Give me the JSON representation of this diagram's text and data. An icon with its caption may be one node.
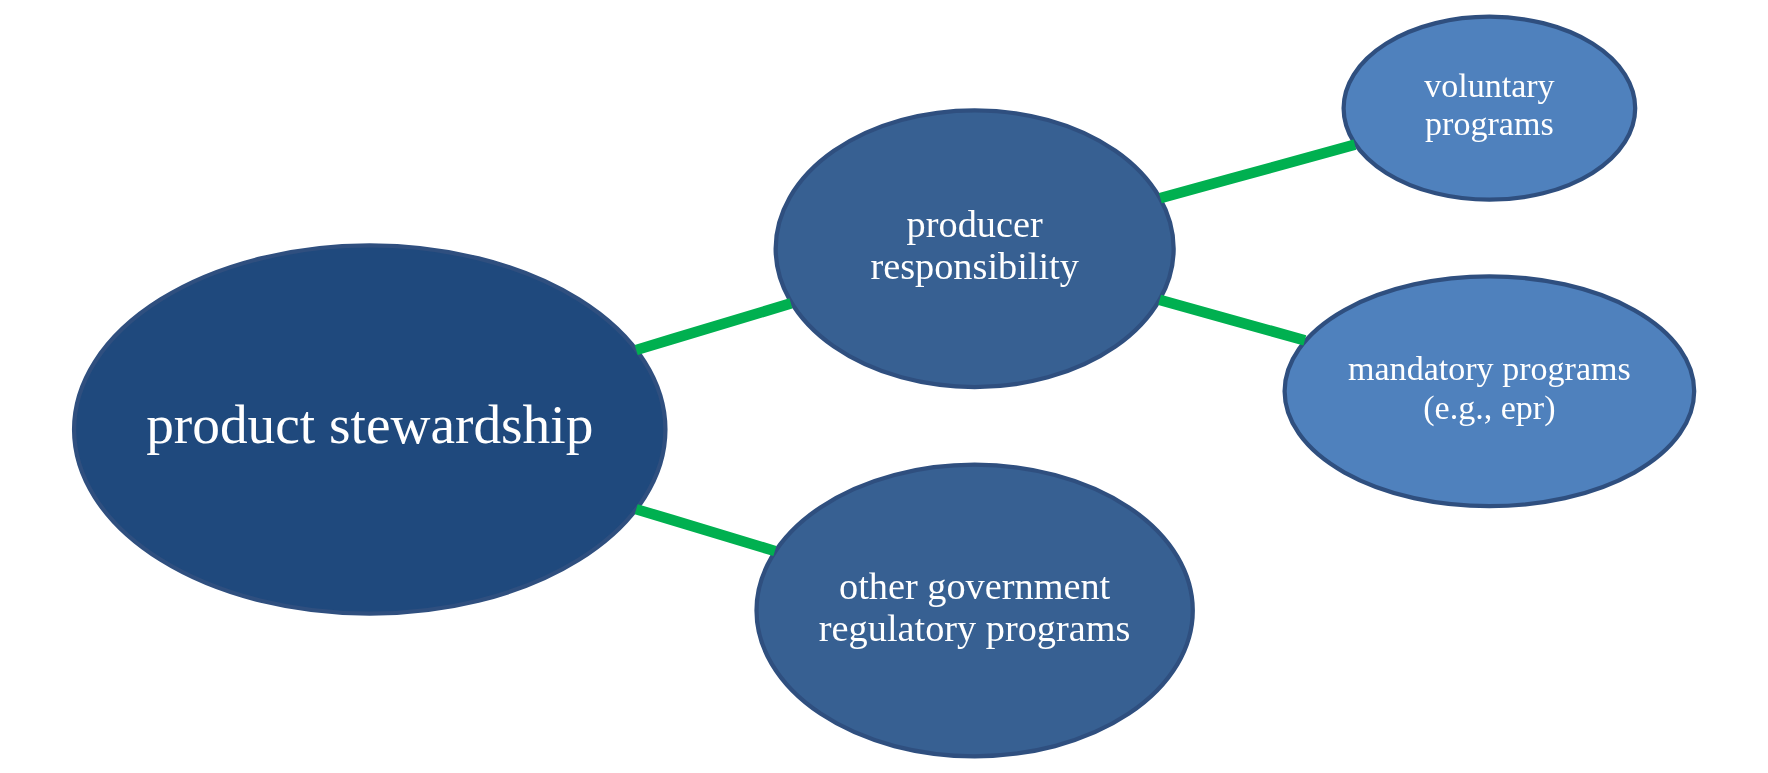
{
  "diagram": {
    "nodes": [
      {
        "text": [
          "product stewardship"
        ]
      },
      {
        "text": [
          "producer responsibility"
        ]
      },
      {
        "text": [
          "voluntary programs"
        ]
      },
      {
        "text": [
          "mandatory programs (e.g., epr)"
        ]
      },
      {
        "text": [
          "other government regulatory programs"
        ]
      }
    ],
    "edges": [
      {
        "from": 0,
        "to": 1,
        "arrow": "none"
      },
      {
        "from": 1,
        "to": 2,
        "arrow": "none"
      },
      {
        "from": 1,
        "to": 3,
        "arrow": "none"
      },
      {
        "from": 0,
        "to": 4,
        "arrow": "none"
      }
    ]
  }
}
